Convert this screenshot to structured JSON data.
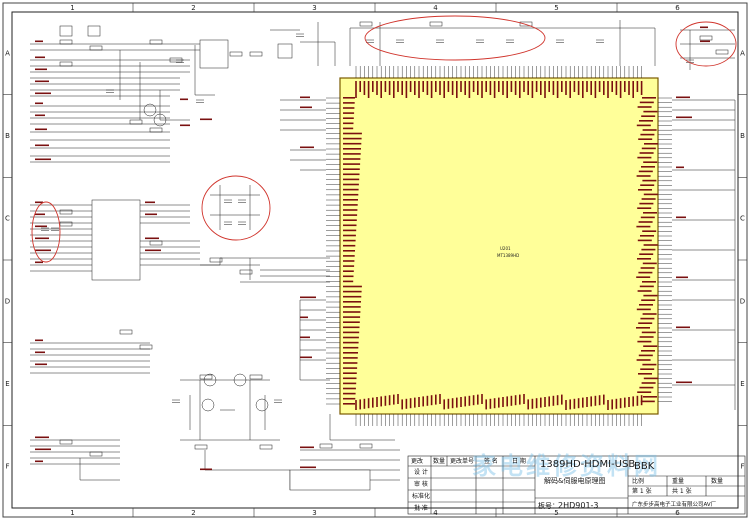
{
  "frame": {
    "columns": [
      "1",
      "2",
      "3",
      "4",
      "5",
      "6"
    ],
    "rows": [
      "A",
      "B",
      "C",
      "D",
      "E",
      "F"
    ]
  },
  "chip": {
    "designator": "U201",
    "part": "MT1389HD"
  },
  "title_block": {
    "headers": [
      "更改",
      "数量",
      "更改单号",
      "签 名",
      "日 期"
    ],
    "rows": [
      "设 计",
      "审 核",
      "标准化",
      "批 准"
    ],
    "title_en": "1389HD-HDMI-USB",
    "title_cn": "解码&伺服电原理图",
    "brand": "BBK",
    "board_label": "板号：",
    "board_no": "2HD901-3",
    "scale_label": "比例",
    "weight_label": "重量",
    "qty_label": "数量",
    "sheet_label": "第 1 张",
    "total_label": "共 1 张",
    "company": "广东步步高电子工业有限公司AV厂"
  },
  "watermark": "家电维修资料网",
  "colors": {
    "line": "#1f1f1f",
    "net": "#7a1010",
    "annotation": "#d0342c",
    "chip_fill": "#ffff99",
    "chip_border": "#7a5a00"
  }
}
